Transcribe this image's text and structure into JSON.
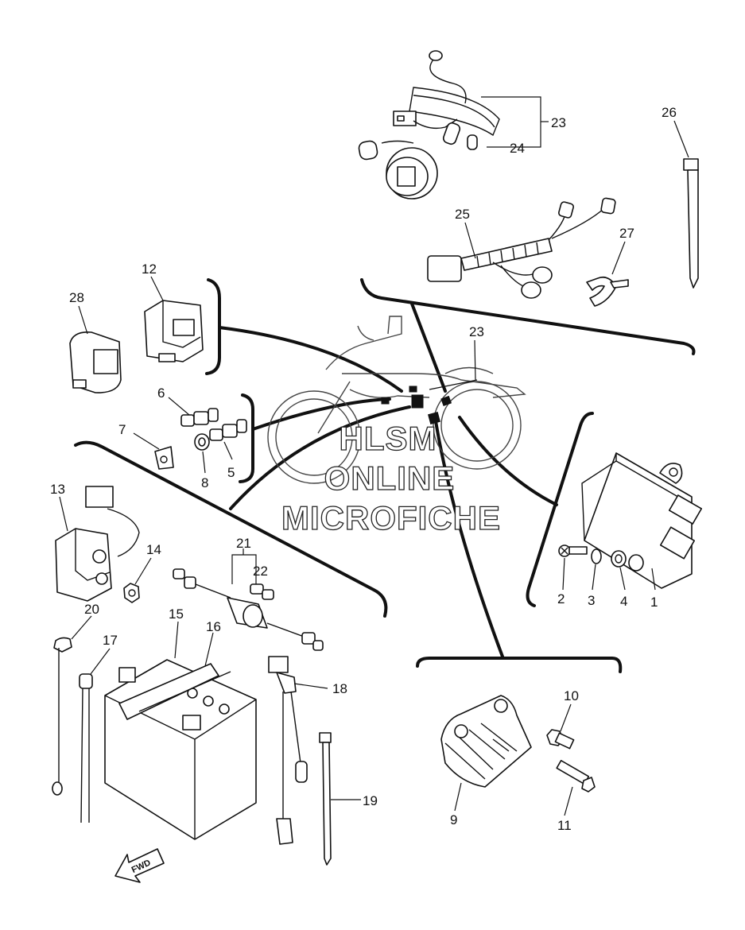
{
  "callouts": [
    {
      "id": "c1",
      "label": "1"
    },
    {
      "id": "c2",
      "label": "2"
    },
    {
      "id": "c3",
      "label": "3"
    },
    {
      "id": "c4",
      "label": "4"
    },
    {
      "id": "c5",
      "label": "5"
    },
    {
      "id": "c6",
      "label": "6"
    },
    {
      "id": "c7",
      "label": "7"
    },
    {
      "id": "c8",
      "label": "8"
    },
    {
      "id": "c9",
      "label": "9"
    },
    {
      "id": "c10",
      "label": "10"
    },
    {
      "id": "c11",
      "label": "11"
    },
    {
      "id": "c12",
      "label": "12"
    },
    {
      "id": "c13",
      "label": "13"
    },
    {
      "id": "c14",
      "label": "14"
    },
    {
      "id": "c15",
      "label": "15"
    },
    {
      "id": "c16",
      "label": "16"
    },
    {
      "id": "c17",
      "label": "17"
    },
    {
      "id": "c18",
      "label": "18"
    },
    {
      "id": "c19",
      "label": "19"
    },
    {
      "id": "c20",
      "label": "20"
    },
    {
      "id": "c21",
      "label": "21"
    },
    {
      "id": "c22",
      "label": "22"
    },
    {
      "id": "c23a",
      "label": "23"
    },
    {
      "id": "c23b",
      "label": "23"
    },
    {
      "id": "c24",
      "label": "24"
    },
    {
      "id": "c25",
      "label": "25"
    },
    {
      "id": "c26",
      "label": "26"
    },
    {
      "id": "c27",
      "label": "27"
    },
    {
      "id": "c28",
      "label": "28"
    }
  ],
  "watermark": {
    "line1": "HLSM",
    "line2": "ONLINE",
    "line3": "MICROFICHE"
  },
  "fwd_arrow": {
    "label": "FWD"
  },
  "colors": {
    "ink": "#111111",
    "background": "#ffffff"
  }
}
